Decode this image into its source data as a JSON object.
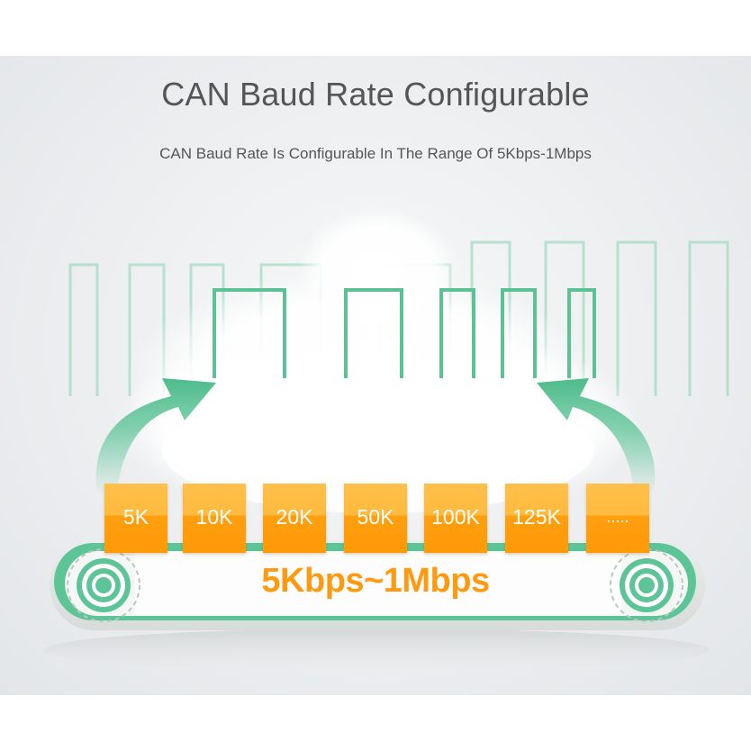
{
  "header": {
    "title": "CAN Baud Rate Configurable",
    "subtitle": "CAN Baud Rate Is Configurable In The Range Of 5Kbps-1Mbps"
  },
  "conveyor": {
    "blocks": [
      "5K",
      "10K",
      "20K",
      "50K",
      "100K",
      "125K",
      "....."
    ],
    "range_label": "5Kbps~1Mbps"
  },
  "colors": {
    "accent_green": "#5dc497",
    "block_orange": "#ff9f0f",
    "block_orange_light": "#ffc04a",
    "text_gray": "#555555"
  },
  "icons": [
    "arrow-up-left-icon",
    "arrow-up-right-icon",
    "gear-wheel-icon",
    "cloud-icon",
    "square-wave-icon"
  ]
}
